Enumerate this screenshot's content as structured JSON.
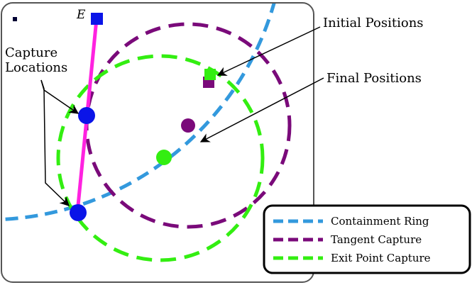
{
  "labels": {
    "evader": "E",
    "capture_line1": "Capture",
    "capture_line2": "Locations",
    "initial_positions": "Initial Positions",
    "final_positions": "Final Positions"
  },
  "legend": {
    "items": [
      {
        "label": "Containment Ring",
        "color": "#3399dd"
      },
      {
        "label": "Tangent Capture",
        "color": "#7a0a7a"
      },
      {
        "label": "Exit Point Capture",
        "color": "#33ee11"
      }
    ]
  },
  "colors": {
    "containment_ring": "#3399dd",
    "tangent_capture": "#7a0a7a",
    "exit_point_capture": "#33ee11",
    "evader": "#0a14e8",
    "evader_path": "#ff22e0",
    "frame": "#555555"
  },
  "icons": {
    "initial_marker": "square",
    "final_marker": "circle",
    "capture_marker": "circle"
  }
}
